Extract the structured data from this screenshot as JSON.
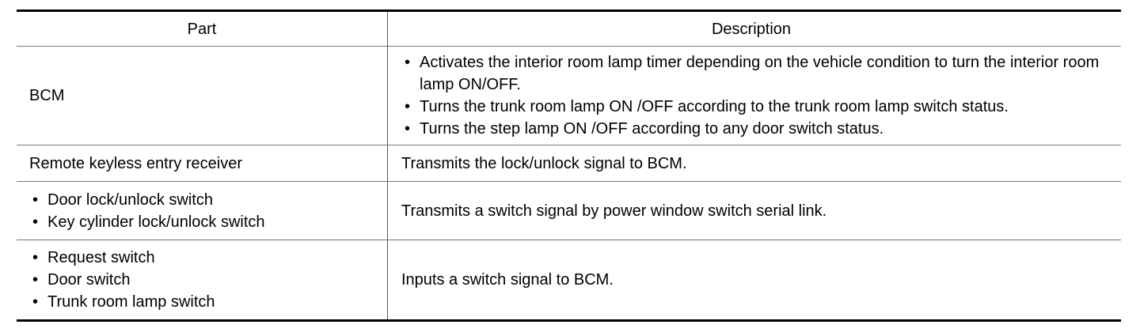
{
  "table": {
    "headers": {
      "part": "Part",
      "description": "Description"
    },
    "rows": [
      {
        "part_text": "BCM",
        "description_bullets": [
          "Activates the interior room lamp timer depending on the vehicle condition to turn the interior room lamp ON/OFF.",
          "Turns the trunk room lamp ON /OFF according to the trunk room lamp switch status.",
          "Turns the step lamp ON /OFF according to any door switch status."
        ]
      },
      {
        "part_text": "Remote keyless entry receiver",
        "description_text": "Transmits the lock/unlock signal to BCM."
      },
      {
        "part_bullets": [
          "Door lock/unlock switch",
          "Key cylinder lock/unlock switch"
        ],
        "description_text": "Transmits a switch signal by power window switch serial link."
      },
      {
        "part_bullets": [
          "Request switch",
          "Door switch",
          "Trunk room lamp switch"
        ],
        "description_text": "Inputs a switch signal to BCM."
      }
    ]
  }
}
